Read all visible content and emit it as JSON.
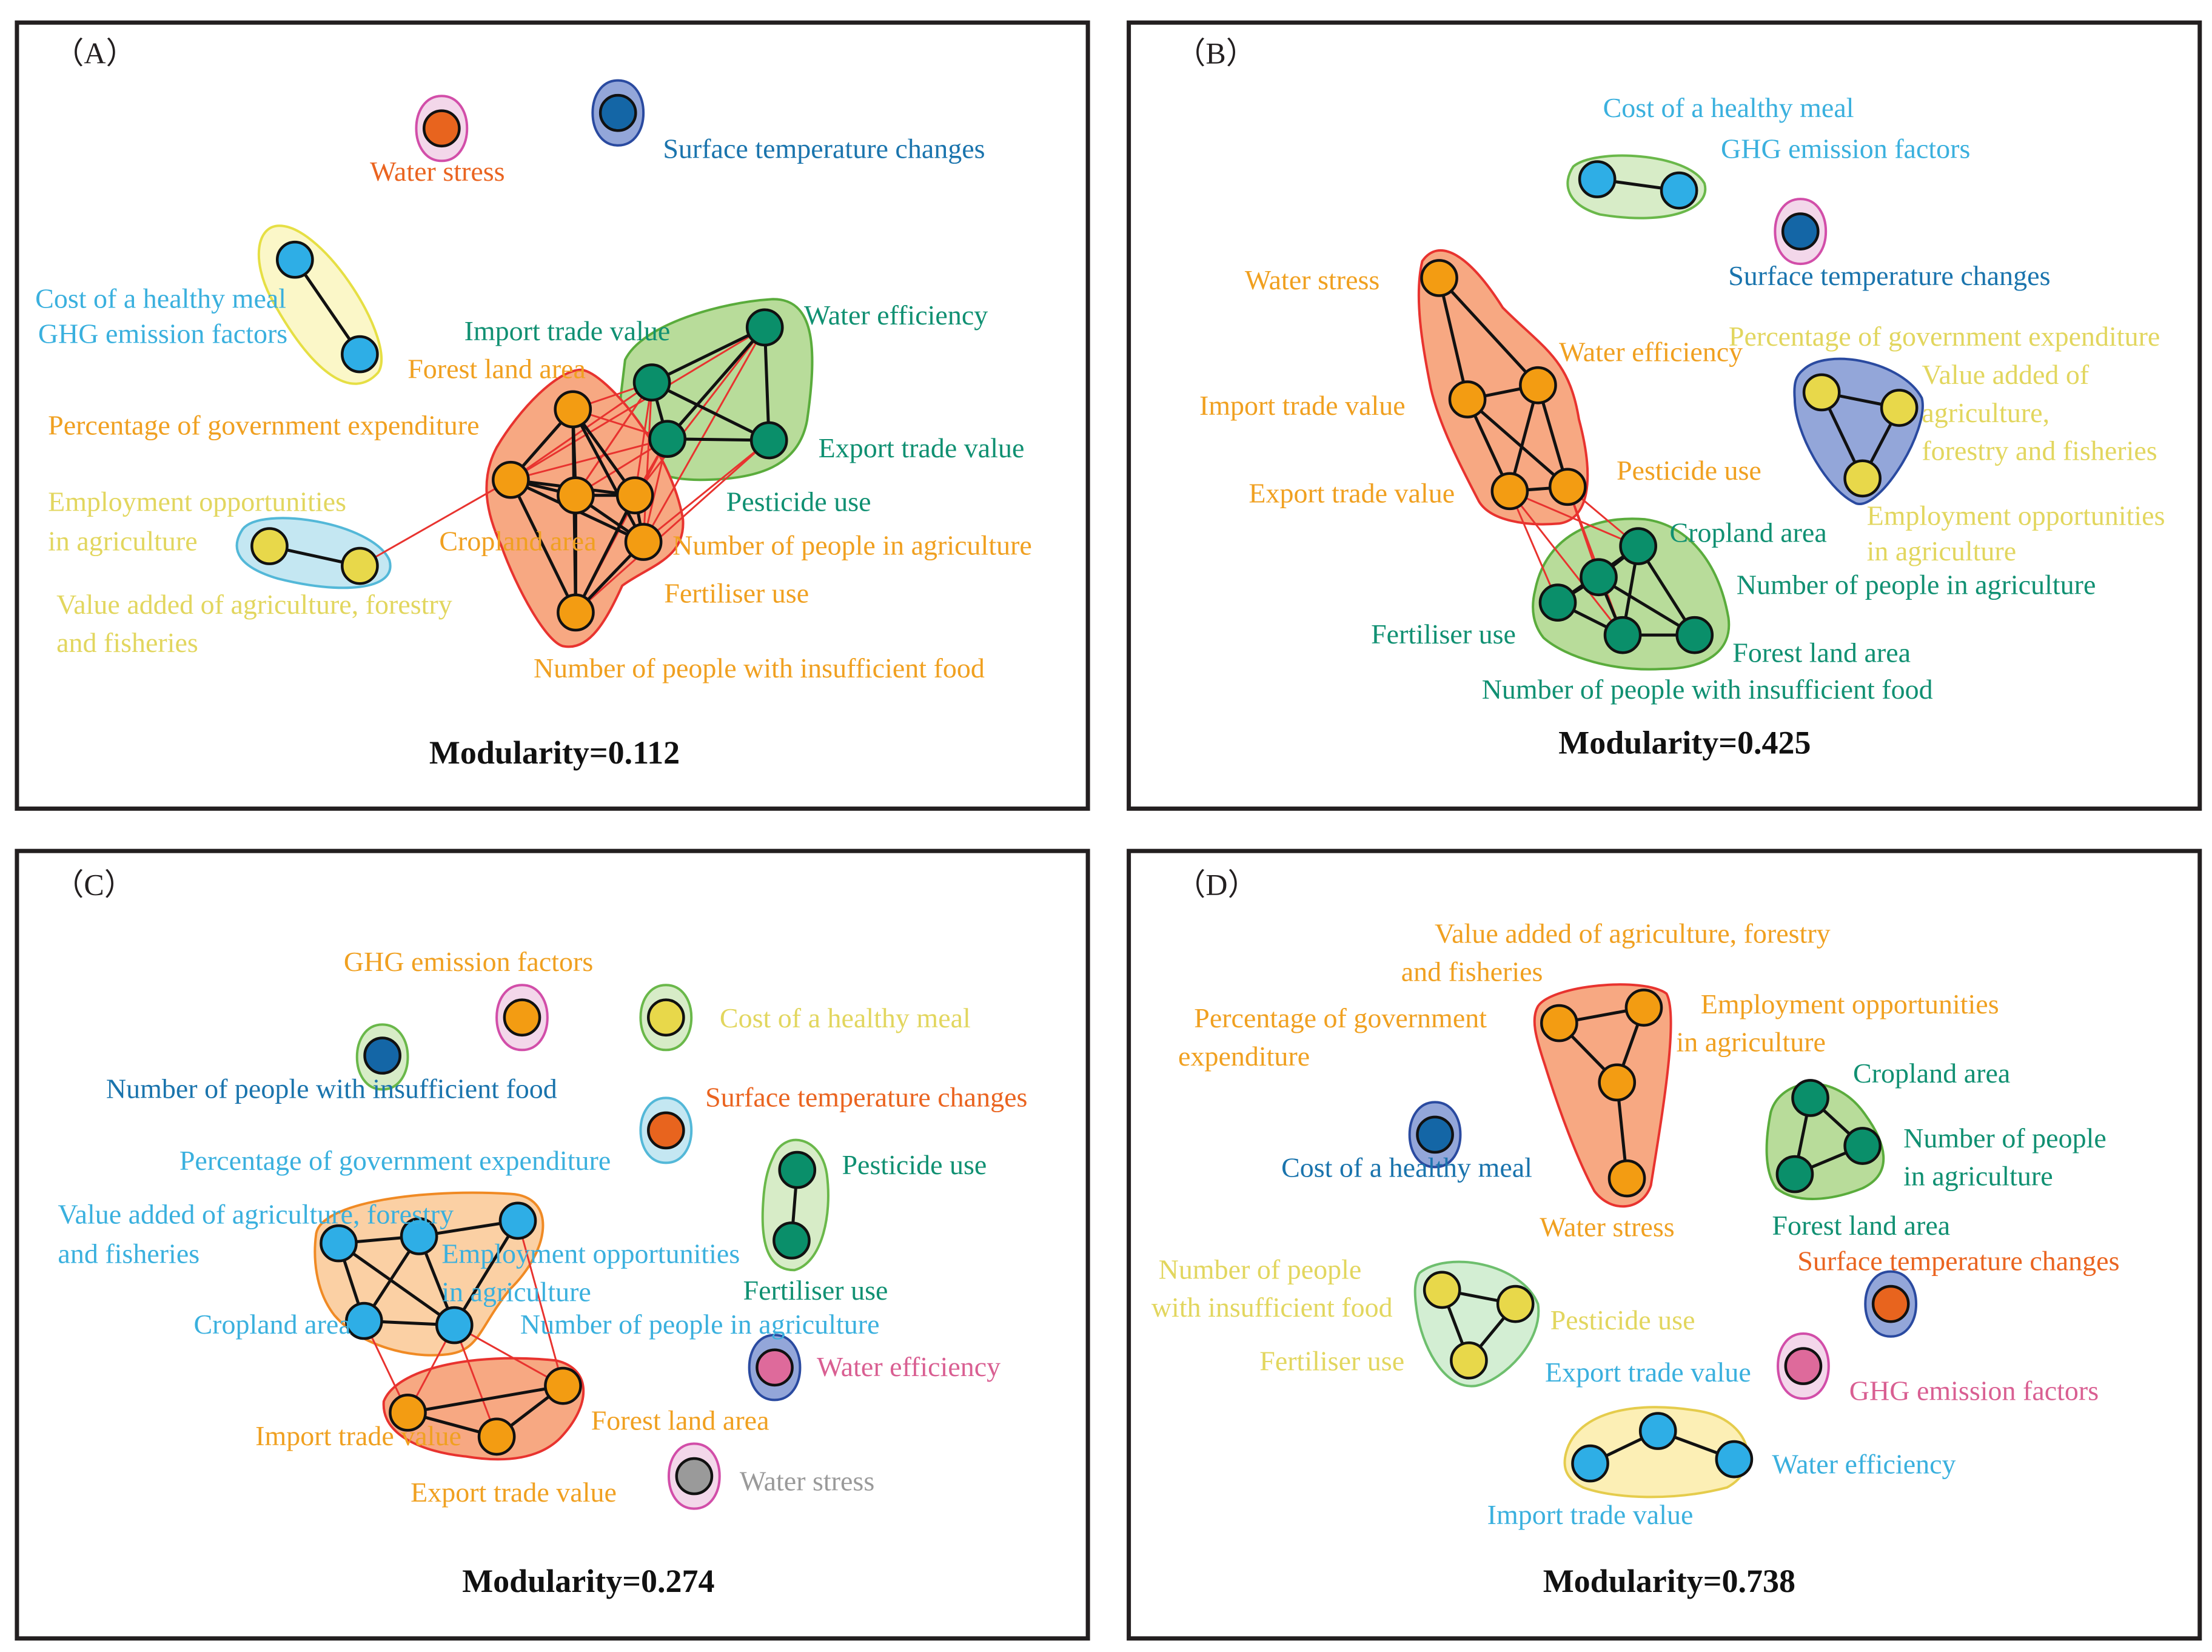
{
  "colors": {
    "orange": "#f39c12",
    "teal": "#0a8f6a",
    "sky": "#2eaee6",
    "yellow": "#e8d84a",
    "darkblue": "#1466a6",
    "red_orange": "#e8641e",
    "pink": "#de6a9b",
    "gray": "#9a9a9a",
    "label_orange": "#f0a020",
    "label_teal": "#109072",
    "label_sky": "#3ab0de",
    "label_yellow": "#e2d65e",
    "label_darkblue": "#1a74ad",
    "label_red": "#ea6420",
    "label_pink": "#d95f92",
    "label_gray": "#9a9a9a",
    "edge_between": "#e8332f"
  },
  "panels": [
    {
      "letter": "（A）",
      "modularity": "Modularity=0.112",
      "nodes": [
        {
          "color": "red_orange"
        },
        {
          "color": "darkblue"
        },
        {
          "color": "sky"
        },
        {
          "color": "sky"
        },
        {
          "color": "teal"
        },
        {
          "color": "teal"
        },
        {
          "color": "teal"
        },
        {
          "color": "teal"
        },
        {
          "color": "yellow"
        },
        {
          "color": "yellow"
        },
        {
          "color": "orange"
        },
        {
          "color": "orange"
        },
        {
          "color": "orange"
        },
        {
          "color": "orange"
        },
        {
          "color": "orange"
        },
        {
          "color": "orange"
        }
      ],
      "labels": [
        {
          "text": "Water stress",
          "color": "label_red"
        },
        {
          "text": "Surface temperature changes",
          "color": "label_darkblue"
        },
        {
          "text": "Cost of a healthy meal",
          "color": "label_sky"
        },
        {
          "text": "GHG emission factors",
          "color": "label_sky"
        },
        {
          "text": "Import trade value",
          "color": "label_teal"
        },
        {
          "text": "Water efficiency",
          "color": "label_teal"
        },
        {
          "text": "Forest land area",
          "color": "label_orange"
        },
        {
          "text": "Percentage of government expenditure",
          "color": "label_orange"
        },
        {
          "text": "Export trade value",
          "color": "label_teal"
        },
        {
          "text": "Pesticide use",
          "color": "label_teal"
        },
        {
          "text": "Employment opportunities",
          "color": "label_yellow"
        },
        {
          "text": "in agriculture",
          "color": "label_yellow"
        },
        {
          "text": "Cropland area",
          "color": "label_orange"
        },
        {
          "text": "Number of people in agriculture",
          "color": "label_orange"
        },
        {
          "text": "Value added of agriculture, forestry",
          "color": "label_yellow"
        },
        {
          "text": "and fisheries",
          "color": "label_yellow"
        },
        {
          "text": "Fertiliser use",
          "color": "label_orange"
        },
        {
          "text": "Number of people with insufficient food",
          "color": "label_orange"
        }
      ]
    },
    {
      "letter": "（B）",
      "modularity": "Modularity=0.425",
      "nodes": [
        {
          "color": "sky"
        },
        {
          "color": "sky"
        },
        {
          "color": "darkblue"
        },
        {
          "color": "orange"
        },
        {
          "color": "orange"
        },
        {
          "color": "orange"
        },
        {
          "color": "orange"
        },
        {
          "color": "orange"
        },
        {
          "color": "yellow"
        },
        {
          "color": "yellow"
        },
        {
          "color": "yellow"
        },
        {
          "color": "teal"
        },
        {
          "color": "teal"
        },
        {
          "color": "teal"
        },
        {
          "color": "teal"
        },
        {
          "color": "teal"
        }
      ],
      "labels": [
        {
          "text": "Cost of a healthy meal",
          "color": "label_sky"
        },
        {
          "text": "GHG emission factors",
          "color": "label_sky"
        },
        {
          "text": "Surface temperature changes",
          "color": "label_darkblue"
        },
        {
          "text": "Water stress",
          "color": "label_orange"
        },
        {
          "text": "Water efficiency",
          "color": "label_orange"
        },
        {
          "text": "Percentage of government expenditure",
          "color": "label_yellow"
        },
        {
          "text": "Value added of",
          "color": "label_yellow"
        },
        {
          "text": "agriculture,",
          "color": "label_yellow"
        },
        {
          "text": "forestry and fisheries",
          "color": "label_yellow"
        },
        {
          "text": "Import trade value",
          "color": "label_orange"
        },
        {
          "text": "Pesticide use",
          "color": "label_orange"
        },
        {
          "text": "Export trade value",
          "color": "label_orange"
        },
        {
          "text": "Employment opportunities",
          "color": "label_yellow"
        },
        {
          "text": "in agriculture",
          "color": "label_yellow"
        },
        {
          "text": "Cropland area",
          "color": "label_teal"
        },
        {
          "text": "Number of people in agriculture",
          "color": "label_teal"
        },
        {
          "text": "Fertiliser use",
          "color": "label_teal"
        },
        {
          "text": "Forest land area",
          "color": "label_teal"
        },
        {
          "text": "Number of people with insufficient food",
          "color": "label_teal"
        }
      ]
    },
    {
      "letter": "（C）",
      "modularity": "Modularity=0.274",
      "nodes": [
        {
          "color": "orange"
        },
        {
          "color": "yellow"
        },
        {
          "color": "darkblue"
        },
        {
          "color": "red_orange"
        },
        {
          "color": "teal"
        },
        {
          "color": "teal"
        },
        {
          "color": "sky"
        },
        {
          "color": "sky"
        },
        {
          "color": "sky"
        },
        {
          "color": "sky"
        },
        {
          "color": "sky"
        },
        {
          "color": "pink"
        },
        {
          "color": "orange"
        },
        {
          "color": "orange"
        },
        {
          "color": "orange"
        },
        {
          "color": "gray"
        }
      ],
      "labels": [
        {
          "text": "GHG emission factors",
          "color": "label_orange"
        },
        {
          "text": "Cost of a healthy meal",
          "color": "label_yellow"
        },
        {
          "text": "Number of people with insufficient food",
          "color": "label_darkblue"
        },
        {
          "text": "Surface temperature changes",
          "color": "label_red"
        },
        {
          "text": "Percentage of government expenditure",
          "color": "label_sky"
        },
        {
          "text": "Pesticide use",
          "color": "label_teal"
        },
        {
          "text": "Value added of agriculture, forestry",
          "color": "label_sky"
        },
        {
          "text": "and fisheries",
          "color": "label_sky"
        },
        {
          "text": "Employment opportunities",
          "color": "label_sky"
        },
        {
          "text": "in agriculture",
          "color": "label_sky"
        },
        {
          "text": "Fertiliser use",
          "color": "label_teal"
        },
        {
          "text": "Cropland area",
          "color": "label_sky"
        },
        {
          "text": "Number of people in agriculture",
          "color": "label_sky"
        },
        {
          "text": "Water efficiency",
          "color": "label_pink"
        },
        {
          "text": "Import trade value",
          "color": "label_orange"
        },
        {
          "text": "Forest land area",
          "color": "label_orange"
        },
        {
          "text": "Export trade value",
          "color": "label_orange"
        },
        {
          "text": "Water stress",
          "color": "label_gray"
        }
      ]
    },
    {
      "letter": "（D）",
      "modularity": "Modularity=0.738",
      "nodes": [
        {
          "color": "orange"
        },
        {
          "color": "orange"
        },
        {
          "color": "orange"
        },
        {
          "color": "orange"
        },
        {
          "color": "darkblue"
        },
        {
          "color": "teal"
        },
        {
          "color": "teal"
        },
        {
          "color": "teal"
        },
        {
          "color": "yellow"
        },
        {
          "color": "yellow"
        },
        {
          "color": "yellow"
        },
        {
          "color": "red_orange"
        },
        {
          "color": "pink"
        },
        {
          "color": "sky"
        },
        {
          "color": "sky"
        },
        {
          "color": "sky"
        }
      ],
      "labels": [
        {
          "text": "Value added of agriculture, forestry",
          "color": "label_orange"
        },
        {
          "text": "and fisheries",
          "color": "label_orange"
        },
        {
          "text": "Percentage of government",
          "color": "label_orange"
        },
        {
          "text": "expenditure",
          "color": "label_orange"
        },
        {
          "text": "Employment opportunities",
          "color": "label_orange"
        },
        {
          "text": "in agriculture",
          "color": "label_orange"
        },
        {
          "text": "Cropland area",
          "color": "label_teal"
        },
        {
          "text": "Number of people",
          "color": "label_teal"
        },
        {
          "text": "in agriculture",
          "color": "label_teal"
        },
        {
          "text": "Cost of a healthy meal",
          "color": "label_darkblue"
        },
        {
          "text": "Water stress",
          "color": "label_orange"
        },
        {
          "text": "Forest land area",
          "color": "label_teal"
        },
        {
          "text": "Surface temperature changes",
          "color": "label_red"
        },
        {
          "text": "Number of people",
          "color": "label_yellow"
        },
        {
          "text": "with insufficient food",
          "color": "label_yellow"
        },
        {
          "text": "Pesticide use",
          "color": "label_yellow"
        },
        {
          "text": "Fertiliser use",
          "color": "label_yellow"
        },
        {
          "text": "Export trade value",
          "color": "label_sky"
        },
        {
          "text": "GHG emission factors",
          "color": "label_pink"
        },
        {
          "text": "Water efficiency",
          "color": "label_sky"
        },
        {
          "text": "Import trade value",
          "color": "label_sky"
        }
      ]
    }
  ]
}
